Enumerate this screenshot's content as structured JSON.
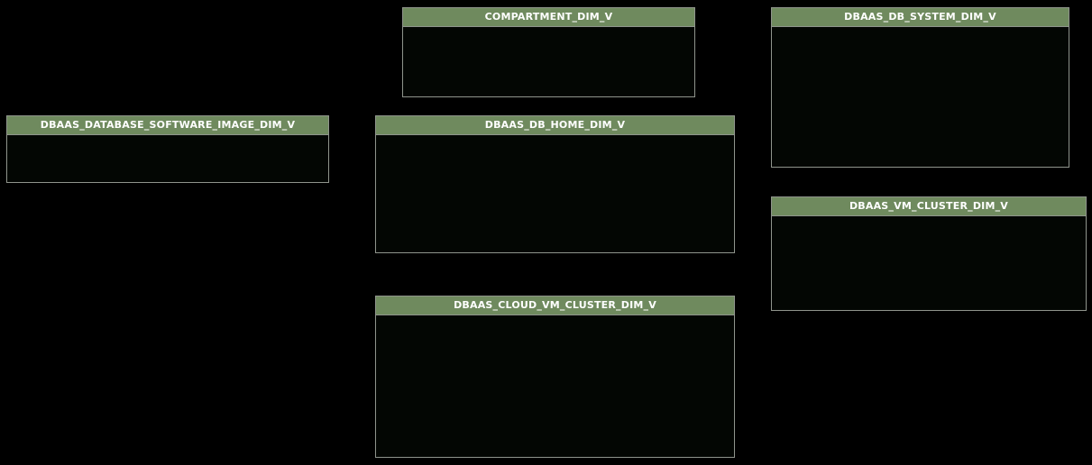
{
  "diagram": {
    "type": "database-schema-diagram",
    "background_color": "#000000",
    "entity_header_color": "#6f8a5e",
    "entity_border_color": "#8f948c",
    "entity_header_text_color": "#ffffff",
    "entities": [
      {
        "name": "COMPARTMENT_DIM_V"
      },
      {
        "name": "DBAAS_DB_SYSTEM_DIM_V"
      },
      {
        "name": "DBAAS_DATABASE_SOFTWARE_IMAGE_DIM_V"
      },
      {
        "name": "DBAAS_DB_HOME_DIM_V"
      },
      {
        "name": "DBAAS_VM_CLUSTER_DIM_V"
      },
      {
        "name": "DBAAS_CLOUD_VM_CLUSTER_DIM_V"
      }
    ]
  }
}
